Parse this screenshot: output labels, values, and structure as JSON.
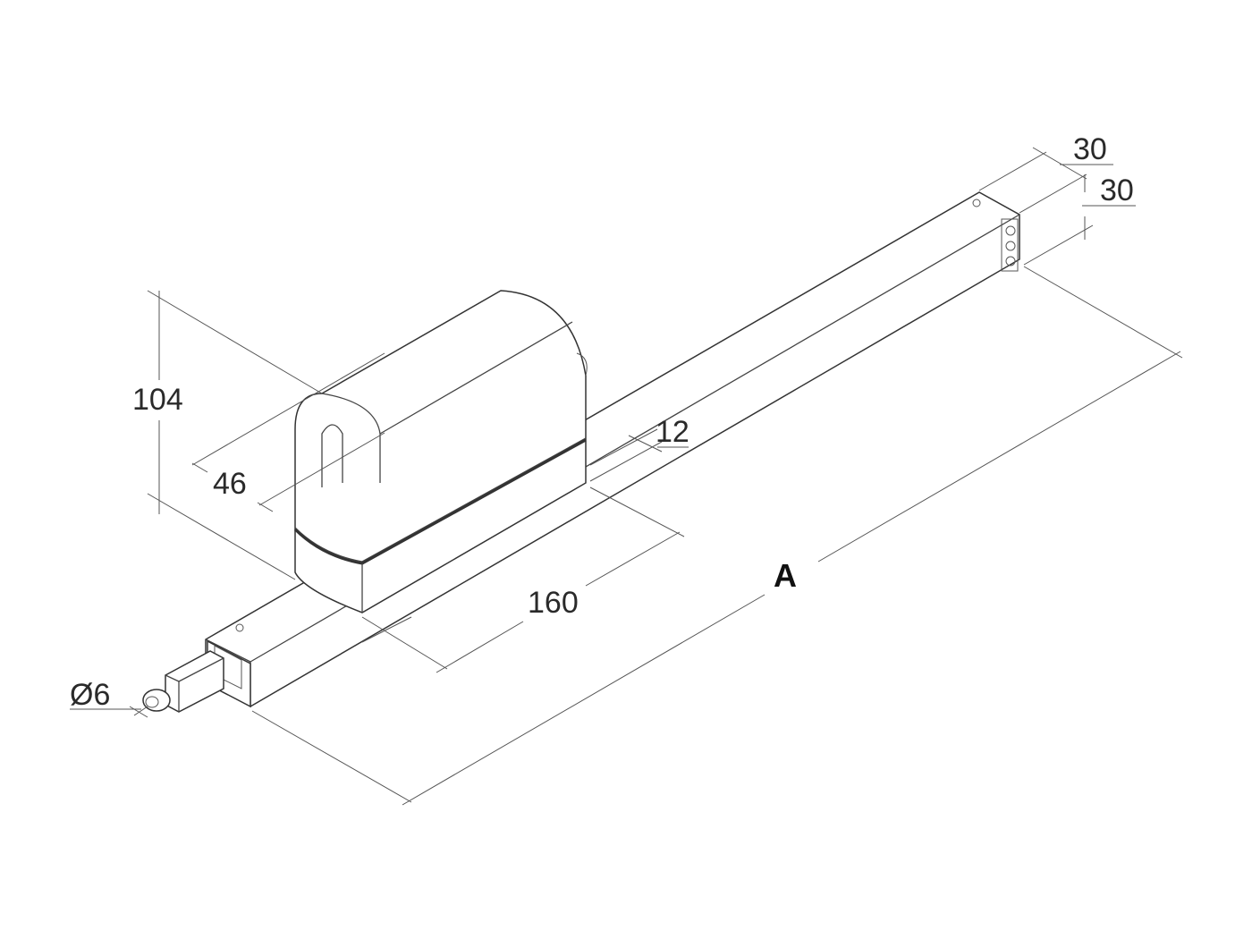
{
  "labels": {
    "height": "104",
    "width": "46",
    "offset": "12",
    "length_motor": "160",
    "total_length": "A",
    "profile_width": "30",
    "profile_height": "30",
    "pin_diameter": "Ø6"
  },
  "colors": {
    "line": "#444444",
    "text": "#2a2a2a"
  }
}
